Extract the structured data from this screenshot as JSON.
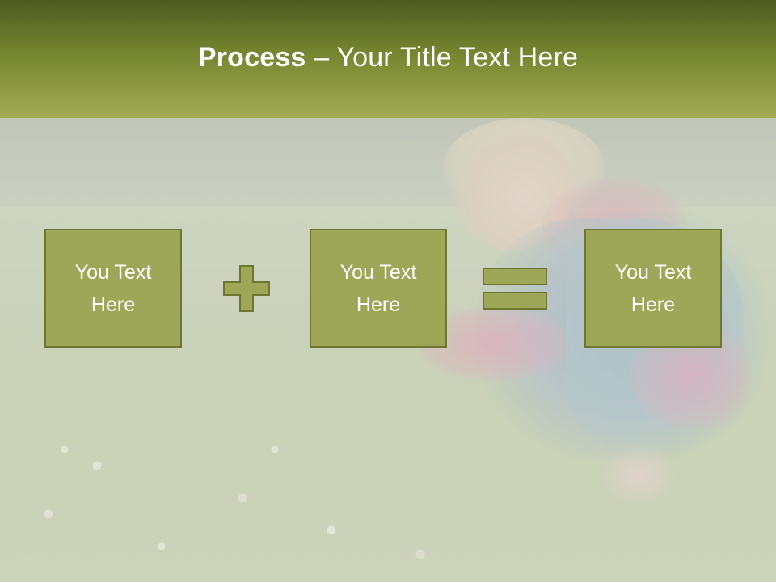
{
  "slide": {
    "title_strong": "Process",
    "title_rest": " – Your Title Text Here"
  },
  "boxes": [
    {
      "text": "You Text Here"
    },
    {
      "text": "You Text Here"
    },
    {
      "text": "You Text Here"
    }
  ],
  "operators": {
    "plus": "plus-icon",
    "equals": "equals-icon"
  },
  "colors": {
    "header_top": "#4f5a22",
    "header_bottom": "#a2ad55",
    "box_fill": "#9ea758",
    "box_border": "#6d7730",
    "text": "#ffffff"
  }
}
